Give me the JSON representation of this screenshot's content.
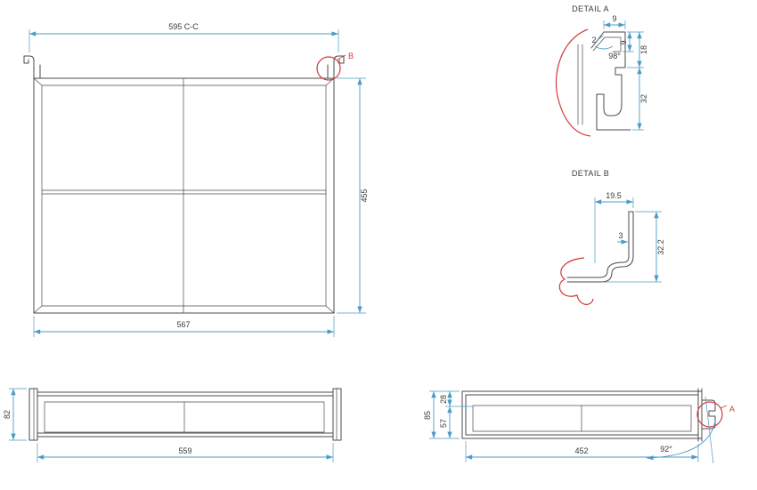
{
  "colors": {
    "dimension_line": "#4a9cc7",
    "part_line": "#4b4b50",
    "accent_red": "#d23b3b",
    "text": "#3a3a3a",
    "background": "#ffffff"
  },
  "plan_view": {
    "dim_top": "595 C-C",
    "dim_right": "455",
    "dim_bottom": "567",
    "detail_callout": "B"
  },
  "detail_a": {
    "title": "DETAIL A",
    "dim_width_top": "9",
    "dim_thickness": "2",
    "dim_angle": "98°",
    "dim_lip": "9",
    "dim_upper": "18",
    "dim_lower": "32"
  },
  "detail_b": {
    "title": "DETAIL B",
    "dim_width_top": "19.5",
    "dim_thickness": "3",
    "dim_height": "32.2"
  },
  "front_view": {
    "dim_height": "82",
    "dim_width": "559"
  },
  "side_view": {
    "dim_height_total": "85",
    "dim_height_upper": "28",
    "dim_height_lower": "57",
    "dim_width": "452",
    "dim_angle": "92°",
    "detail_callout": "A"
  }
}
